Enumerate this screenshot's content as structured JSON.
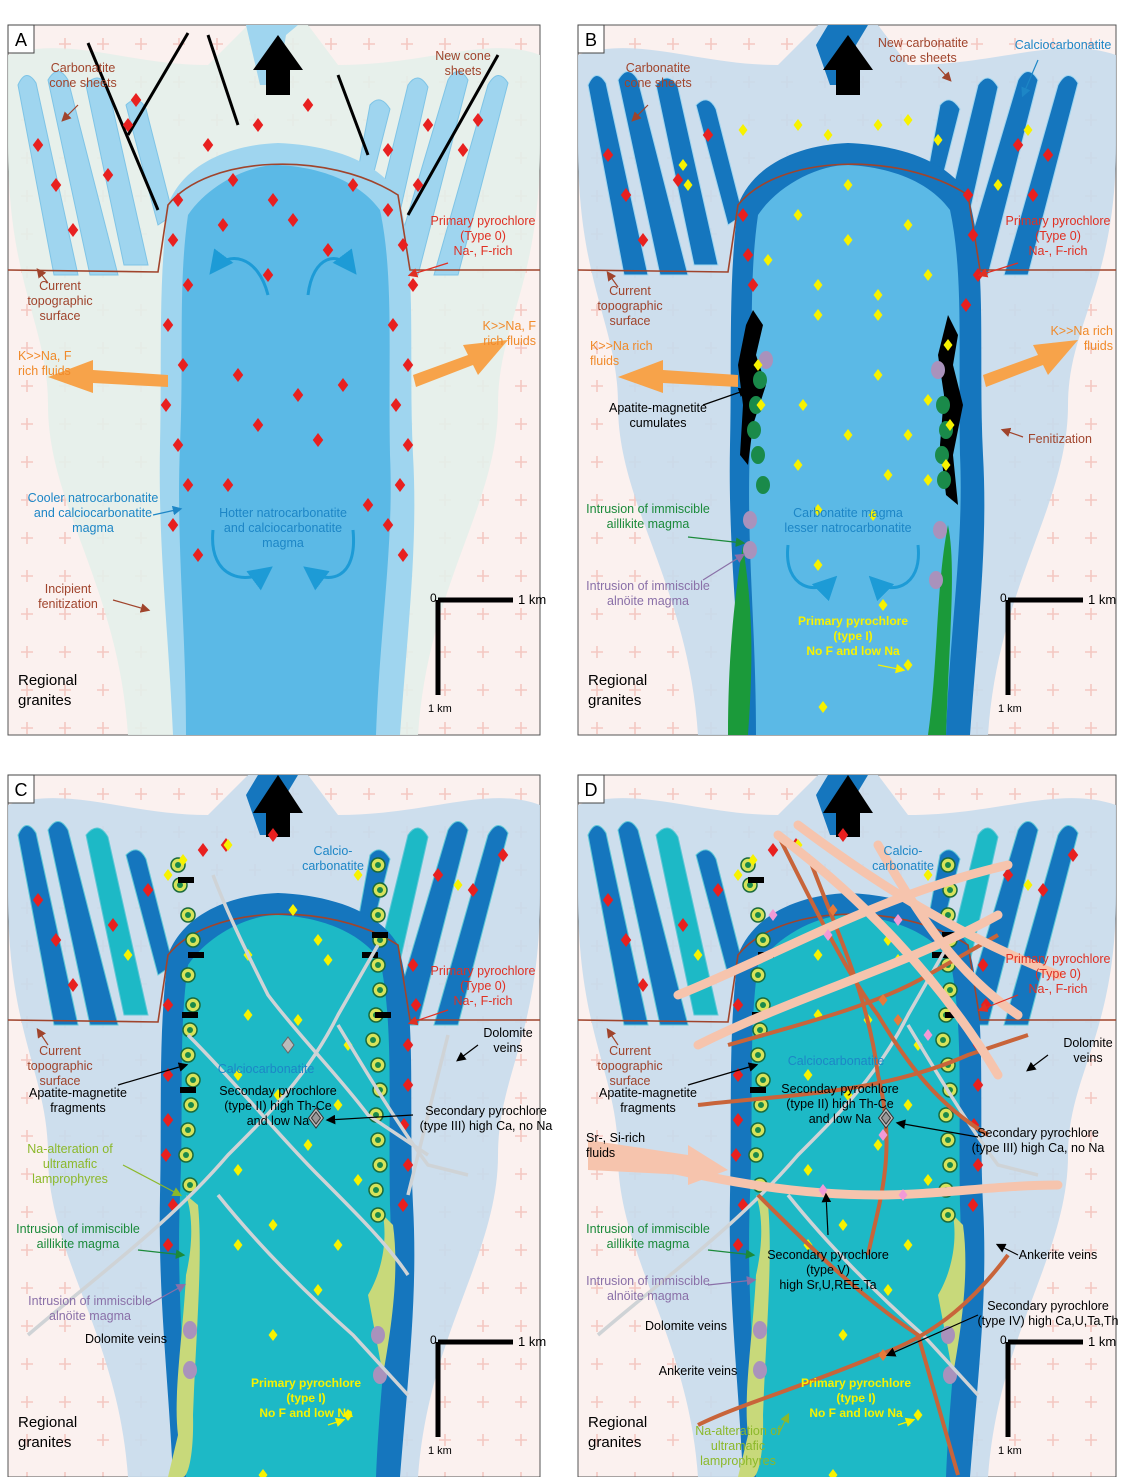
{
  "colors": {
    "granite_bg": "#fbf1ef",
    "granite_cross": "#f4c8c2",
    "fenite_green": "#e4efea",
    "fenite_blue": "#c8dcec",
    "magma_light": "#5bb9e6",
    "magma_pale": "#9fd5ef",
    "calcio_dark": "#1576be",
    "calcio_teal": "#1db9c6",
    "black": "#000000",
    "pyrochlore_red": "#e8201f",
    "pyrochlore_yellow": "#f7f200",
    "topo_line": "#a0442c",
    "orange_arrow": "#f7a34a",
    "cumulate_green": "#1a8a4a",
    "alnoite_purple": "#a992bc",
    "na_alteration": "#c8d97a",
    "aillikite_green": "#1b9a3a",
    "dolomite_vein": "#cfd3d6",
    "ankerite_vein": "#c8643a",
    "sr_si_fluid": "#f6c4ad",
    "label_red": "#e03023",
    "label_brown": "#a0442c",
    "label_blue": "#1d86c6",
    "label_green": "#1b8a3a",
    "label_purple": "#8a70a8",
    "label_orange": "#f08a2a",
    "label_yellow": "#f7f200",
    "label_lime": "#8cb82a"
  },
  "panels": [
    {
      "id": "A",
      "letter": "A",
      "labels": {
        "cone_sheets": [
          "Carbonatite",
          "cone sheets"
        ],
        "new_cone": [
          "New cone",
          "sheets"
        ],
        "primary": [
          "Primary pyrochlore",
          "(Type 0)",
          "Na-, F-rich"
        ],
        "topo": [
          "Current",
          "topographic",
          "surface"
        ],
        "fluids_left": [
          "K>>Na, F",
          "rich fluids"
        ],
        "fluids_right": [
          "K>>Na, F",
          "rich fluids"
        ],
        "cooler": [
          "Cooler natrocarbonatite",
          "and calciocarbonatite",
          "magma"
        ],
        "hotter": [
          "Hotter natrocarbonatite",
          "and calciocarbonatite",
          "magma"
        ],
        "incipient": [
          "Incipient",
          "fenitization"
        ],
        "regional": [
          "Regional",
          "granites"
        ]
      }
    },
    {
      "id": "B",
      "letter": "B",
      "labels": {
        "cone_sheets": [
          "Carbonatite",
          "cone sheets"
        ],
        "new_cone": [
          "New carbonatite",
          "cone sheets"
        ],
        "calcio": "Calciocarbonatite",
        "primary": [
          "Primary pyrochlore",
          "(Type 0)",
          "Na-, F-rich"
        ],
        "topo": [
          "Current",
          "topographic",
          "surface"
        ],
        "fluids_left": [
          "K>>Na rich",
          "fluids"
        ],
        "fluids_right": [
          "K>>Na rich",
          "fluids"
        ],
        "apatite": [
          "Apatite-magnetite",
          "cumulates"
        ],
        "fenitization": "Fenitization",
        "aillikite": [
          "Intrusion of immiscible",
          "aillikite magma"
        ],
        "alnoite": [
          "Intrusion of immiscible",
          "alnöite magma"
        ],
        "carbonatite_magma": [
          "Carbonatite magma",
          "lesser natrocarbonatite"
        ],
        "primary_I": [
          "Primary pyrochlore",
          "(type I)",
          "No F and low Na"
        ],
        "regional": [
          "Regional",
          "granites"
        ]
      }
    },
    {
      "id": "C",
      "letter": "C",
      "labels": {
        "calcio_top": [
          "Calcio-",
          "carbonatite"
        ],
        "primary": [
          "Primary pyrochlore",
          "(Type 0)",
          "Na-, F-rich"
        ],
        "topo": [
          "Current",
          "topographic",
          "surface"
        ],
        "dolomite_right": [
          "Dolomite",
          "veins"
        ],
        "calcio_center": "Calciocarbonatite",
        "apatite": [
          "Apatite-magnetite",
          "fragments"
        ],
        "type2": [
          "Seconday pyrochlore",
          "(type II) high Th-Ce",
          "and low Na"
        ],
        "type3": [
          "Secondary pyrochlore",
          "(type III) high Ca, no Na"
        ],
        "na_alt": [
          "Na-alteration of",
          "ultramafic",
          "lamprophyres"
        ],
        "aillikite": [
          "Intrusion of immiscible",
          "aillikite magma"
        ],
        "alnoite": [
          "Intrusion of immiscible",
          "alnöite magma"
        ],
        "dolomite_left": "Dolomite veins",
        "primary_I": [
          "Primary pyrochlore",
          "(type I)",
          "No F and low Na"
        ],
        "regional": [
          "Regional",
          "granites"
        ]
      }
    },
    {
      "id": "D",
      "letter": "D",
      "labels": {
        "calcio_top": [
          "Calcio-",
          "carbonatite"
        ],
        "primary": [
          "Primary pyrochlore",
          "(Type 0)",
          "Na-, F-rich"
        ],
        "topo": [
          "Current",
          "topographic",
          "surface"
        ],
        "dolomite_right": [
          "Dolomite",
          "veins"
        ],
        "calcio_center": "Calciocarbonatite",
        "apatite": [
          "Apatite-magnetite",
          "fragments"
        ],
        "type2": [
          "Seconday pyrochlore",
          "(type II) high Th-Ce",
          "and low Na"
        ],
        "type3": [
          "Secondary pyrochlore",
          "(type III) high Ca, no Na"
        ],
        "sr_si": [
          "Sr-, Si-rich",
          "fluids"
        ],
        "aillikite": [
          "Intrusion of immiscible",
          "aillikite magma"
        ],
        "alnoite": [
          "Intrusion of immiscible",
          "alnöite magma"
        ],
        "type5": [
          "Secondary pyrochlore",
          "(type V)",
          "high Sr,U,REE,Ta"
        ],
        "ankerite_right": "Ankerite veins",
        "type4": [
          "Secondary pyrochlore",
          "(type IV) high Ca,U,Ta,Th"
        ],
        "dolomite_left": "Dolomite veins",
        "ankerite_left": "Ankerite veins",
        "primary_I": [
          "Primary pyrochlore",
          "(type I)",
          "No F and low Na"
        ],
        "na_alt": [
          "Na-alteration of",
          "ultramafic",
          "lamprophyres"
        ],
        "regional": [
          "Regional",
          "granites"
        ]
      }
    }
  ],
  "scale_bar": {
    "horizontal": "1 km",
    "vertical": "1 km",
    "origin": "0"
  }
}
